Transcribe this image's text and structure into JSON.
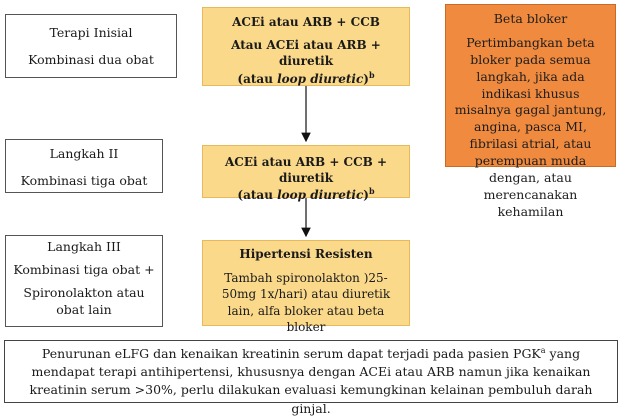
{
  "step1": {
    "label_title": "Terapi Inisial",
    "label_sub": "Kombinasi dua obat",
    "line1": "ACEi atau ARB + CCB",
    "line2": "Atau ACEi atau ARB + diuretik",
    "line3_pre": "(atau ",
    "line3_em": "loop diuretic",
    "line3_post": ")",
    "line3_sup": "b"
  },
  "step2": {
    "label_title": "Langkah II",
    "label_sub": "Kombinasi tiga obat",
    "line1": "ACEi atau ARB + CCB + diuretik",
    "line2_pre": "(atau ",
    "line2_em": "loop diuretic",
    "line2_post": ")",
    "line2_sup": "b"
  },
  "step3": {
    "label_title": "Langkah III",
    "label_sub1": "Kombinasi tiga obat +",
    "label_sub2": "Spironolakton atau obat lain",
    "title": "Hipertensi Resisten",
    "body": "Tambah spironolakton )25-50mg 1x/hari) atau diuretik lain, alfa bloker atau beta bloker"
  },
  "beta_blocker": {
    "title": "Beta bloker",
    "body": "Pertimbangkan beta bloker pada semua langkah, jika ada indikasi khusus misalnya gagal jantung, angina, pasca MI, fibrilasi atrial, atau perempuan muda dengan, atau merencanakan kehamilan"
  },
  "footnote": {
    "pre": "Penurunan eLFG dan kenaikan kreatinin serum dapat terjadi pada pasien PGK",
    "sup": "a",
    "post": " yang mendapat terapi antihipertensi, khususnya dengan ACEi atau ARB namun jika kenaikan kreatinin serum >30%, perlu dilakukan evaluasi kemungkinan kelainan pembuluh darah ginjal."
  },
  "colors": {
    "yellow_fill": "#fbd98a",
    "orange_fill": "#ef8a3f",
    "border": "#555555"
  }
}
